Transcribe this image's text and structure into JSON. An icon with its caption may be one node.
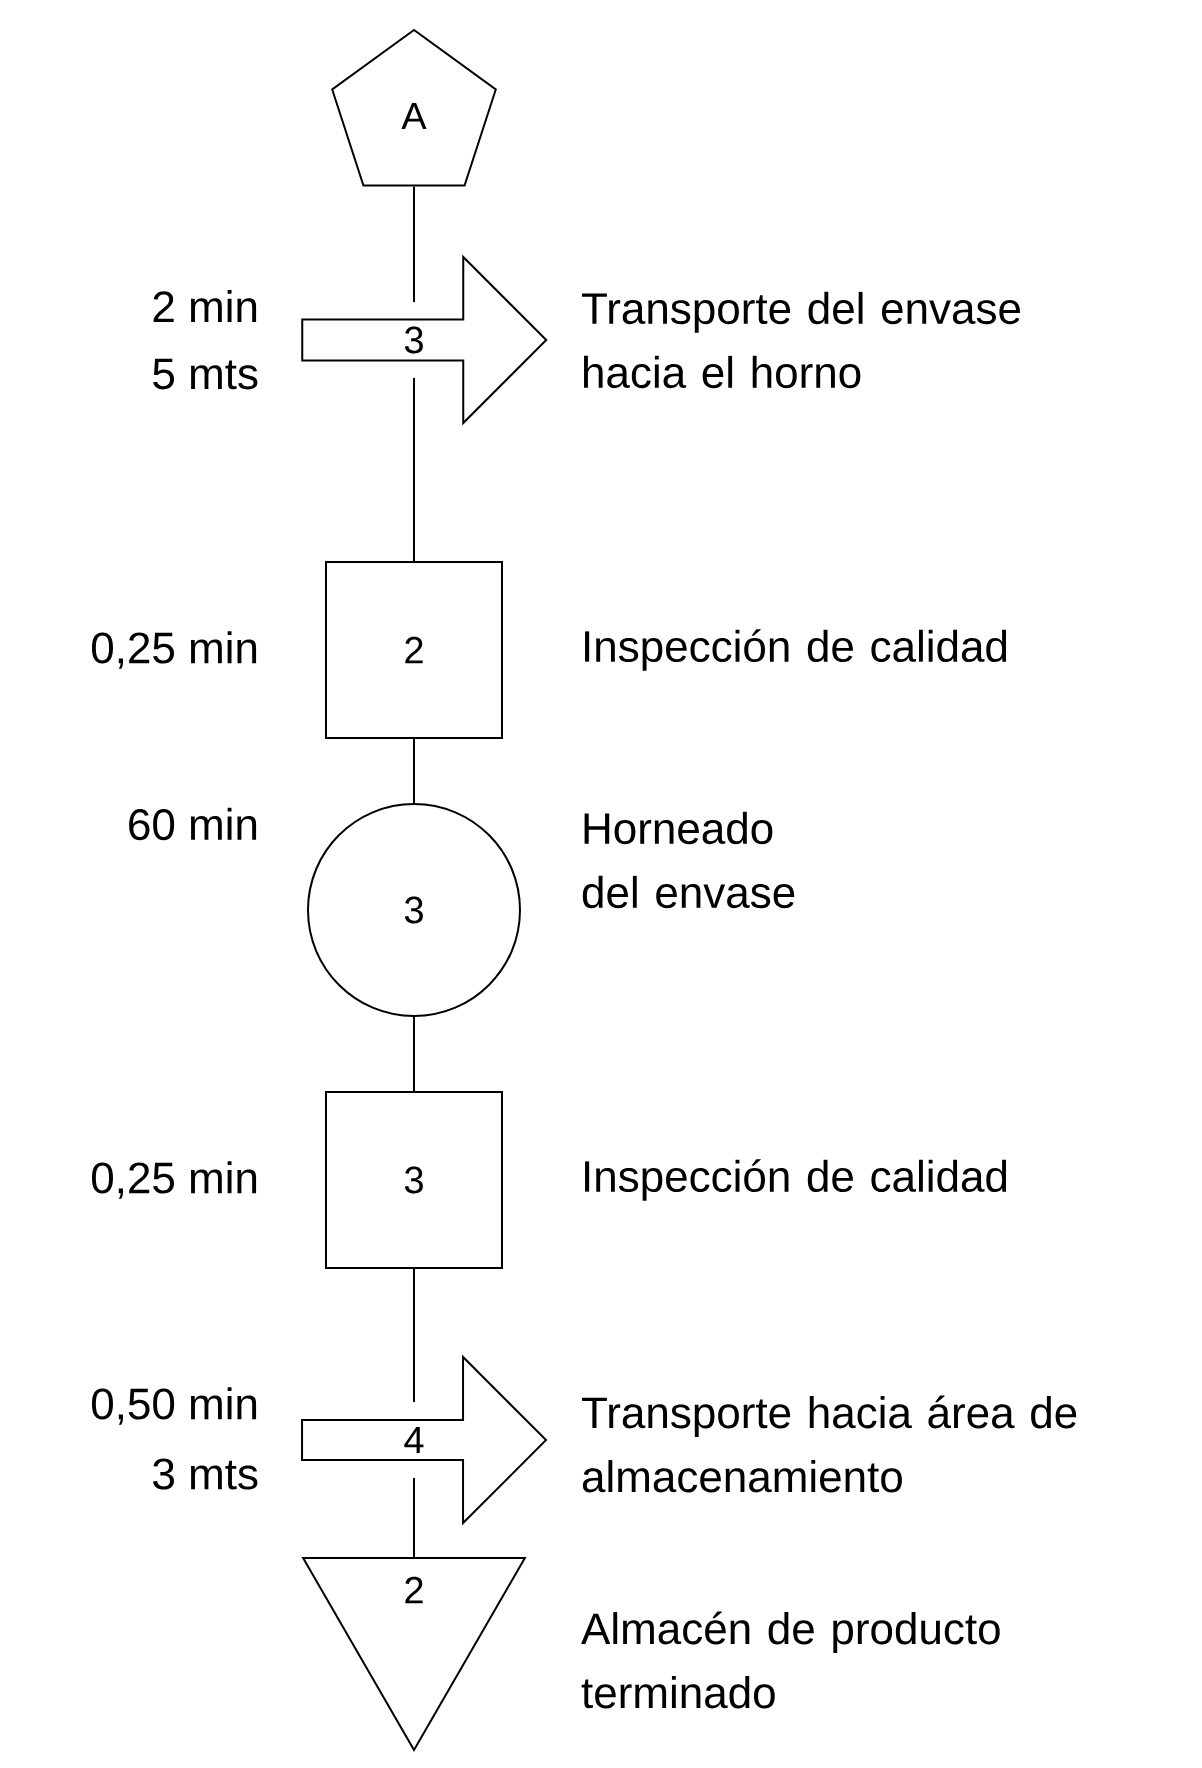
{
  "diagram": {
    "nodes": [
      {
        "text": [
          "A"
        ]
      },
      {
        "text": [
          "3"
        ],
        "beside": [
          "2 min",
          "5 mts",
          "Transporte del envase hacia el horno"
        ]
      },
      {
        "text": [
          "2"
        ],
        "beside": [
          "0,25 min",
          "Inspección de calidad"
        ]
      },
      {
        "text": [
          "3"
        ],
        "beside": [
          "60 min",
          "Horneado del envase"
        ]
      },
      {
        "text": [
          "3"
        ],
        "beside": [
          "0,25 min",
          "Inspección de calidad"
        ]
      },
      {
        "text": [
          "4"
        ],
        "beside": [
          "0,50 min",
          "3 mts",
          "Transporte hacia área de almacenamiento"
        ]
      },
      {
        "text": [
          "2"
        ],
        "beside": [
          "Almacén de producto terminado"
        ]
      }
    ],
    "edges": [
      {
        "from": 0,
        "to": 1,
        "arrow": "none"
      },
      {
        "from": 1,
        "to": 2,
        "arrow": "none"
      },
      {
        "from": 2,
        "to": 3,
        "arrow": "none"
      },
      {
        "from": 3,
        "to": 4,
        "arrow": "none"
      },
      {
        "from": 4,
        "to": 5,
        "arrow": "none"
      },
      {
        "from": 5,
        "to": 6,
        "arrow": "none"
      }
    ]
  }
}
